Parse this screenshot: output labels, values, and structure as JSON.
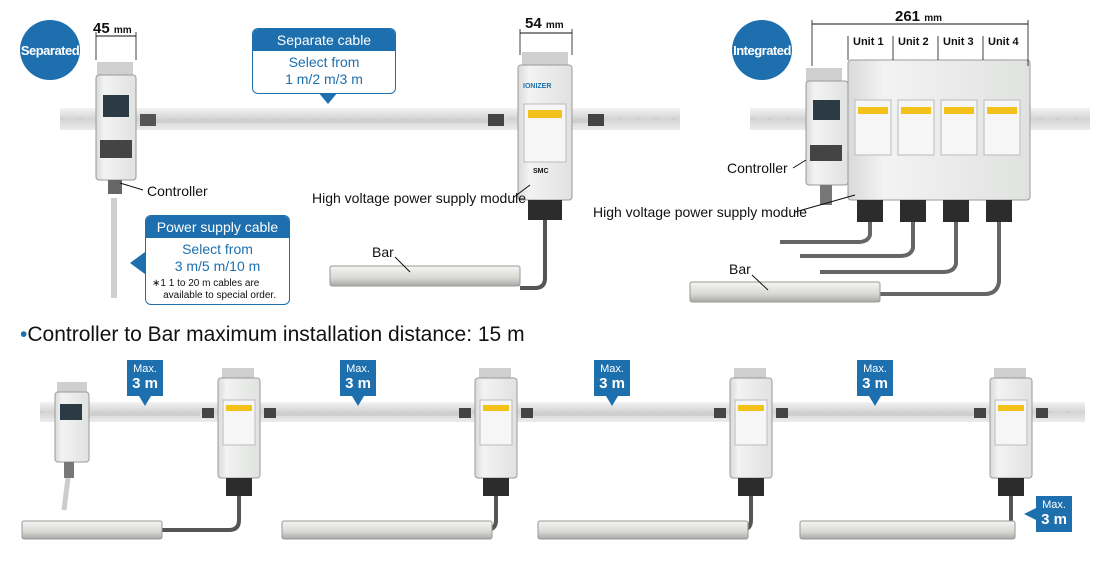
{
  "badges": {
    "separated": "Separated",
    "integrated": "Integrated"
  },
  "dimensions": {
    "controller_width_value": "45",
    "controller_width_unit": "mm",
    "hv_module_width_value": "54",
    "hv_module_width_unit": "mm",
    "integrated_width_value": "261",
    "integrated_width_unit": "mm"
  },
  "separate_cable": {
    "title": "Separate cable",
    "line1": "Select from",
    "line2": "1 m/2 m/3 m"
  },
  "power_supply_cable": {
    "title": "Power supply cable",
    "line1": "Select from",
    "line2": "3 m/5 m/10 m",
    "note_mark": "∗1",
    "note_line1": "1 to 20 m cables are",
    "note_line2": "available to special order."
  },
  "labels": {
    "controller_left": "Controller",
    "hv_left": "High voltage power supply module",
    "bar_left": "Bar",
    "controller_right": "Controller",
    "hv_right": "High voltage power supply module",
    "bar_right": "Bar",
    "device_name": "IONIZER",
    "brand": "SMC"
  },
  "units": [
    "Unit 1",
    "Unit 2",
    "Unit 3",
    "Unit 4"
  ],
  "heading": {
    "bullet": "•",
    "text": "Controller to Bar maximum installation distance: 15 m"
  },
  "max_labels": [
    {
      "top": "Max.",
      "value": "3 m"
    },
    {
      "top": "Max.",
      "value": "3 m"
    },
    {
      "top": "Max.",
      "value": "3 m"
    },
    {
      "top": "Max.",
      "value": "3 m"
    },
    {
      "top": "Max.",
      "value": "3 m"
    }
  ],
  "colors": {
    "accent": "#1d6fae",
    "module": "#e6e8e6",
    "cable": "#555555",
    "rail": "#dadada",
    "warning": "#f2c21b"
  }
}
